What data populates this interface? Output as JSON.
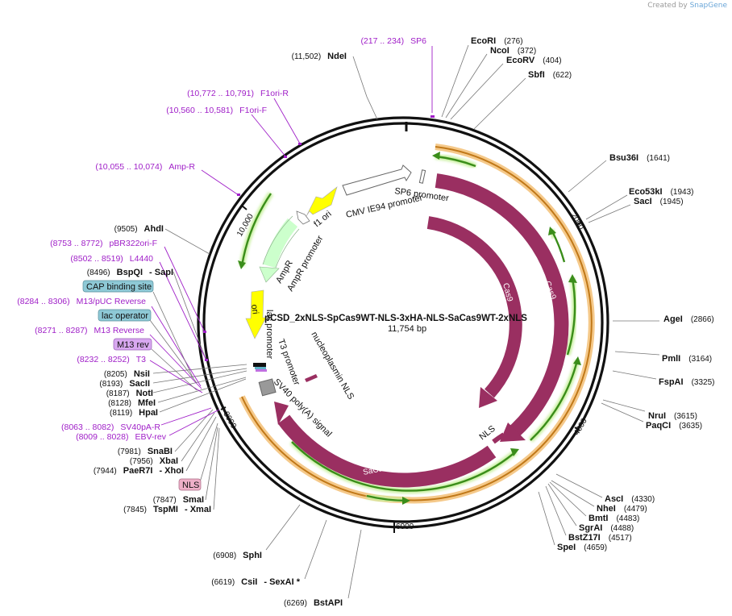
{
  "credit": {
    "prefix": "Created by",
    "brand": "SnapGene"
  },
  "plasmid": {
    "name": "pCSD_2xNLS-SpCas9WT-NLS-3xHA-NLS-SaCas9WT-2xNLS",
    "length_label": "11,754 bp",
    "length": 11754
  },
  "ticks": [
    "2000",
    "4000",
    "6000",
    "8000",
    "10,000"
  ],
  "enzymes_right": [
    {
      "name": "EcoRI",
      "pos": "(276)"
    },
    {
      "name": "NcoI",
      "pos": "(372)"
    },
    {
      "name": "EcoRV",
      "pos": "(404)"
    },
    {
      "name": "SbfI",
      "pos": "(622)"
    },
    {
      "name": "Bsu36I",
      "pos": "(1641)"
    },
    {
      "name": "Eco53kI",
      "pos": "(1943)"
    },
    {
      "name": "SacI",
      "pos": "(1945)"
    },
    {
      "name": "AgeI",
      "pos": "(2866)"
    },
    {
      "name": "PmlI",
      "pos": "(3164)"
    },
    {
      "name": "FspAI",
      "pos": "(3325)"
    },
    {
      "name": "NruI",
      "pos": "(3615)"
    },
    {
      "name": "PaqCI",
      "pos": "(3635)"
    },
    {
      "name": "AscI",
      "pos": "(4330)"
    },
    {
      "name": "NheI",
      "pos": "(4479)"
    },
    {
      "name": "BmtI",
      "pos": "(4483)"
    },
    {
      "name": "SgrAI",
      "pos": "(4488)"
    },
    {
      "name": "BstZ17I",
      "pos": "(4517)"
    },
    {
      "name": "SpeI",
      "pos": "(4659)"
    }
  ],
  "enzymes_left": [
    {
      "name": "NdeI",
      "pos": "(11,502)"
    },
    {
      "name": "AhdI",
      "pos": "(9505)"
    },
    {
      "name": "BspQI",
      "pos": "(8496)",
      "extra": "- SapI"
    },
    {
      "name": "NsiI",
      "pos": "(8205)"
    },
    {
      "name": "SacII",
      "pos": "(8193)"
    },
    {
      "name": "NotI",
      "pos": "(8187)"
    },
    {
      "name": "MfeI",
      "pos": "(8128)"
    },
    {
      "name": "HpaI",
      "pos": "(8119)"
    },
    {
      "name": "SnaBI",
      "pos": "(7981)"
    },
    {
      "name": "XbaI",
      "pos": "(7956)"
    },
    {
      "name": "PaeR7I",
      "pos": "(7944)",
      "extra": "- XhoI"
    },
    {
      "name": "SmaI",
      "pos": "(7847)"
    },
    {
      "name": "TspMI",
      "pos": "(7845)",
      "extra": "- XmaI"
    },
    {
      "name": "SphI",
      "pos": "(6908)"
    },
    {
      "name": "CsiI",
      "pos": "(6619)",
      "extra": "- SexAI *"
    },
    {
      "name": "BstAPI",
      "pos": "(6269)"
    }
  ],
  "primers": [
    {
      "range": "(217 .. 234)",
      "name": "SP6"
    },
    {
      "range": "(10,772 .. 10,791)",
      "name": "F1ori-R"
    },
    {
      "range": "(10,560 .. 10,581)",
      "name": "F1ori-F"
    },
    {
      "range": "(10,055 .. 10,074)",
      "name": "Amp-R"
    },
    {
      "range": "(8753 .. 8772)",
      "name": "pBR322ori-F"
    },
    {
      "range": "(8502 .. 8519)",
      "name": "L4440"
    },
    {
      "range": "(8284 .. 8306)",
      "name": "M13/pUC Reverse"
    },
    {
      "range": "(8271 .. 8287)",
      "name": "M13 Reverse"
    },
    {
      "range": "(8232 .. 8252)",
      "name": "T3"
    },
    {
      "range": "(8063 .. 8082)",
      "name": "SV40pA-R"
    },
    {
      "range": "(8009 .. 8028)",
      "name": "EBV-rev"
    }
  ],
  "boxed_features": [
    {
      "label": "CAP binding site",
      "color": "#8ec9d6"
    },
    {
      "label": "lac operator",
      "color": "#8ec9d6"
    },
    {
      "label": "M13 rev",
      "color": "#d8a8f0"
    },
    {
      "label": "NLS",
      "color": "#eeb0c8"
    }
  ],
  "features": {
    "sp6_promoter": "SP6 promoter",
    "cmv_promoter": "CMV IE94 promoter",
    "f1_ori": "f1 ori",
    "ampr": "AmpR",
    "ampr_promoter": "AmpR promoter",
    "ori": "ori",
    "lac_promoter": "lac promoter",
    "t3_promoter": "T3 promoter",
    "sv40_polya": "SV40 poly(A) signal",
    "nucleoplasmin_nls": "nucleoplasmin NLS",
    "cas9_inner": "Cas9",
    "cas9_outer": "Cas9",
    "nls_small": "NLS",
    "sacas9": "SaCas9"
  },
  "colors": {
    "cas9": "#9a2f61",
    "orf_green": "#3a8d1a",
    "orf_glow": "#c9f0a0",
    "orf_orange": "#f5a623",
    "f1ori": "#ffff00",
    "ampr": "#ccffcc",
    "primer": "#a020c8"
  }
}
